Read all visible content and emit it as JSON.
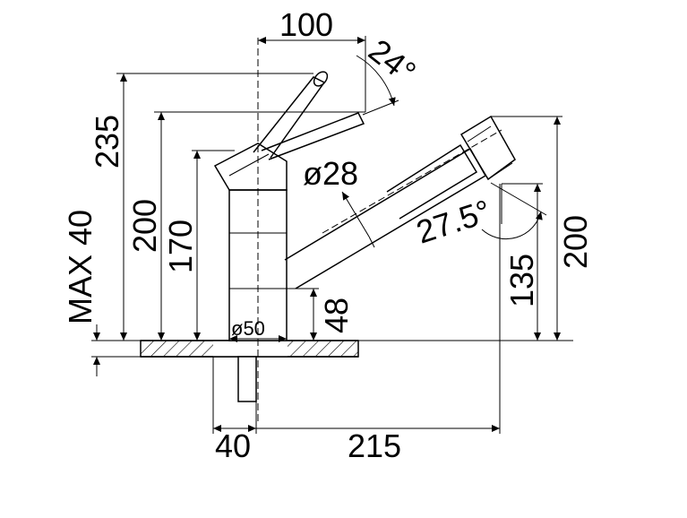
{
  "dimensions": {
    "top_width": "100",
    "lever_angle": "24°",
    "height_235": "235",
    "max_thickness": "MAX 40",
    "height_200_left": "200",
    "height_170": "170",
    "spout_diameter": "ø28",
    "spray_angle": "27.5°",
    "height_200_right": "200",
    "height_135": "135",
    "base_height_48": "48",
    "base_diameter": "ø50",
    "bottom_40": "40",
    "reach_215": "215"
  }
}
